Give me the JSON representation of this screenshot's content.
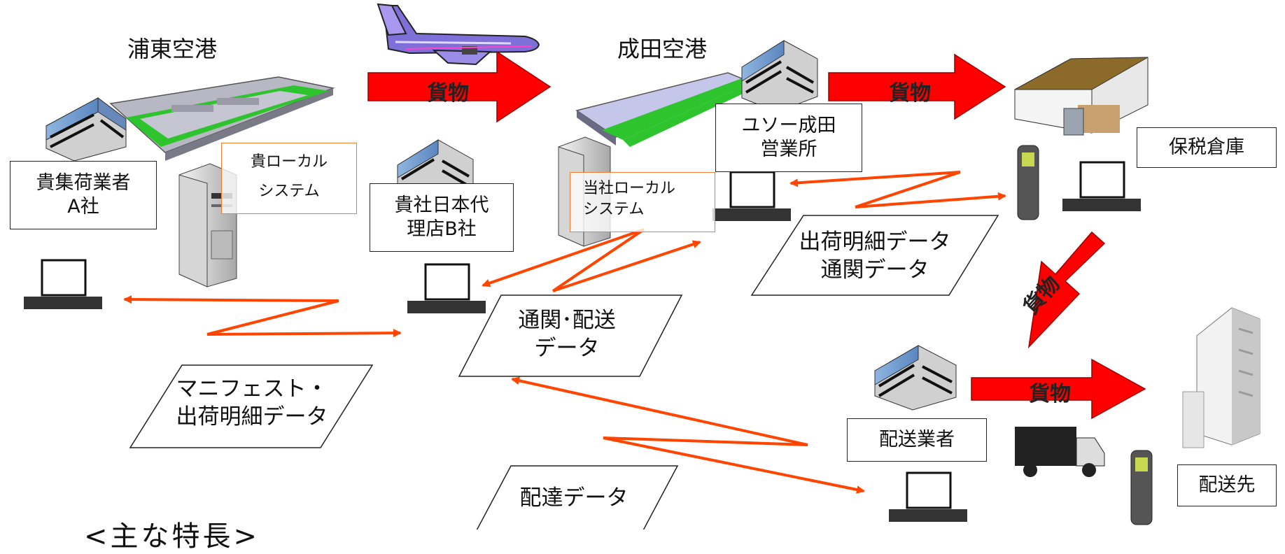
{
  "labels": {
    "pudong_airport": "浦東空港",
    "narita_airport": "成田空港",
    "shipper_a": "貴集荷業者\nA社",
    "your_local_system": "貴ローカル\nシステム",
    "agent_b": "貴社日本代\n理店B社",
    "our_local_system": "当社ローカル\nシステム",
    "yuso_narita": "ユソー成田\n営業所",
    "bonded_warehouse": "保税倉庫",
    "delivery_company": "配送業者",
    "destination": "配送先",
    "features_heading": "<主な特長>"
  },
  "data_labels": {
    "manifest": "マニフェスト・\n出荷明細データ",
    "customs_delivery": "通関･配送\nデータ",
    "shipping_customs": "出荷明細データ\n通関データ",
    "delivery_data": "配達データ"
  },
  "cargo_arrows": {
    "arrow1": "貨物",
    "arrow2": "貨物",
    "arrow3": "貨物",
    "arrow4": "貨物"
  },
  "colors": {
    "cargo_arrow": "#ff0000",
    "data_arrow": "#ff4500",
    "system_border": "#f08030"
  }
}
